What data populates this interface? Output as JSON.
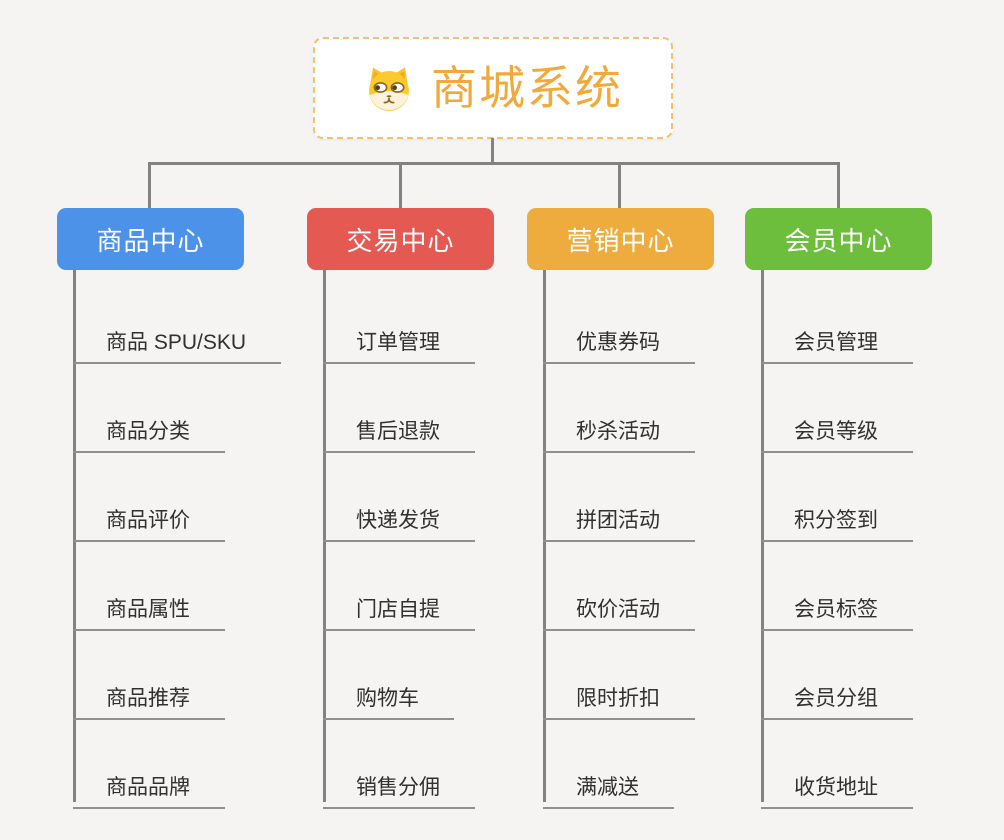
{
  "canvas": {
    "background": "#f5f4f2"
  },
  "root": {
    "title": "商城系统",
    "title_color": "#f1a93b",
    "border_color": "#f6c068",
    "icon": "dog-face-icon"
  },
  "connector": {
    "color": "#828282"
  },
  "branches": [
    {
      "label": "商品中心",
      "color": "#4d92e9",
      "children": [
        {
          "label": "商品 SPU/SKU"
        },
        {
          "label": "商品分类"
        },
        {
          "label": "商品评价"
        },
        {
          "label": "商品属性"
        },
        {
          "label": "商品推荐"
        },
        {
          "label": "商品品牌"
        }
      ]
    },
    {
      "label": "交易中心",
      "color": "#e45a53",
      "children": [
        {
          "label": "订单管理"
        },
        {
          "label": "售后退款"
        },
        {
          "label": "快递发货"
        },
        {
          "label": "门店自提"
        },
        {
          "label": "购物车"
        },
        {
          "label": "销售分佣"
        }
      ]
    },
    {
      "label": "营销中心",
      "color": "#eeac3e",
      "children": [
        {
          "label": "优惠券码"
        },
        {
          "label": "秒杀活动"
        },
        {
          "label": "拼团活动"
        },
        {
          "label": "砍价活动"
        },
        {
          "label": "限时折扣"
        },
        {
          "label": "满减送"
        }
      ]
    },
    {
      "label": "会员中心",
      "color": "#6dbe3c",
      "children": [
        {
          "label": "会员管理"
        },
        {
          "label": "会员等级"
        },
        {
          "label": "积分签到"
        },
        {
          "label": "会员标签"
        },
        {
          "label": "会员分组"
        },
        {
          "label": "收货地址"
        }
      ]
    }
  ]
}
